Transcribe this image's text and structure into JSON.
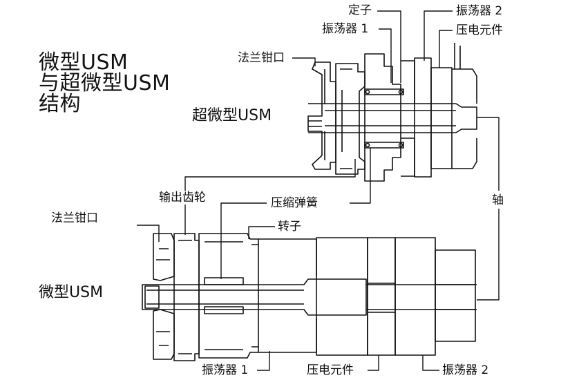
{
  "title": {
    "line1": "微型USM",
    "line2": "与超微型USM",
    "line3": "结构"
  },
  "models": {
    "ultra_micro": "超微型USM",
    "micro": "微型USM"
  },
  "labels": {
    "stator": "定子",
    "vibrator2_top": "振荡器 2",
    "vibrator1_top": "振荡器 1",
    "piezo_top": "压电元件",
    "flange_top": "法兰钳口",
    "output_gear": "输出齿轮",
    "spring": "压缩弹簧",
    "shaft": "轴",
    "flange_bottom": "法兰钳口",
    "rotor": "转子",
    "vibrator1_bottom": "振荡器 1",
    "piezo_bottom": "压电元件",
    "vibrator2_bottom": "振荡器 2"
  },
  "colors": {
    "line": "#111111",
    "background": "#ffffff"
  }
}
